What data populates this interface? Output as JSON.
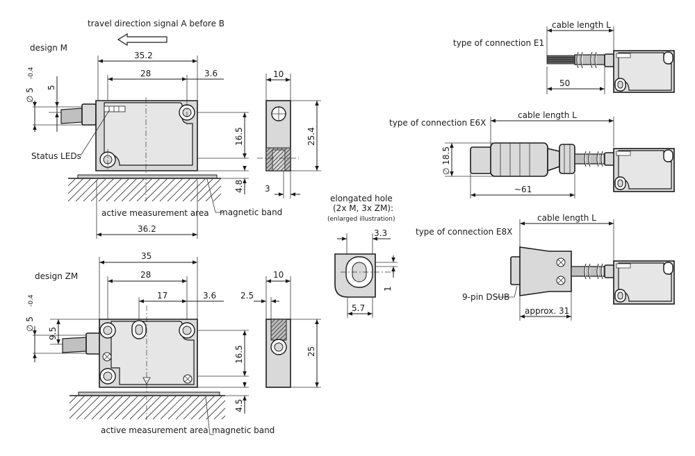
{
  "header": {
    "travel_direction": "travel direction signal A before B"
  },
  "design_m": {
    "label": "design M",
    "status_leds": "Status LEDs",
    "active_area": "active measurement area",
    "magnetic_band": "magnetic band",
    "dim_width_total": "35.2",
    "dim_hole_spacing": "28",
    "dim_right_offset": "3.6",
    "dim_bottom_width": "36.2",
    "dim_cable_dia": "∅ 5",
    "dim_cable_tol": "-0.4",
    "dim_cable_offset": "5",
    "dim_height": "16.5",
    "dim_gap": "4.8"
  },
  "side_m": {
    "dim_thickness": "10",
    "dim_height": "25.4",
    "dim_offset": "3"
  },
  "elongated_hole": {
    "title": "elongated hole",
    "subtitle": "(2x M, 3x ZM):",
    "note": "(enlarged illustration)",
    "dim_width": "3.3",
    "dim_depth": "5.7",
    "dim_slot": "1"
  },
  "design_zm": {
    "label": "design ZM",
    "active_area": "active measurement area",
    "magnetic_band": "magnetic band",
    "dim_width_total": "35",
    "dim_hole_spacing": "28",
    "dim_inner_spacing": "17",
    "dim_right_offset": "3.6",
    "dim_cable_dia": "∅ 5",
    "dim_cable_tol": "-0.4",
    "dim_cable_offset": "9.5",
    "dim_height": "16.5",
    "dim_gap": "4.5"
  },
  "side_zm": {
    "dim_thickness": "10",
    "dim_offset": "2.5",
    "dim_height": "25"
  },
  "connections": {
    "e1": {
      "label": "type of connection E1",
      "cable_length": "cable length L",
      "dim": "50"
    },
    "e6x": {
      "label": "type of connection E6X",
      "cable_length": "cable length L",
      "dim_dia": "∅ 18.5",
      "dim_length": "~61"
    },
    "e8x": {
      "label": "type of connection E8X",
      "cable_length": "cable length L",
      "dsub": "9-pin DSUB",
      "dim_length": "approx. 31"
    }
  }
}
